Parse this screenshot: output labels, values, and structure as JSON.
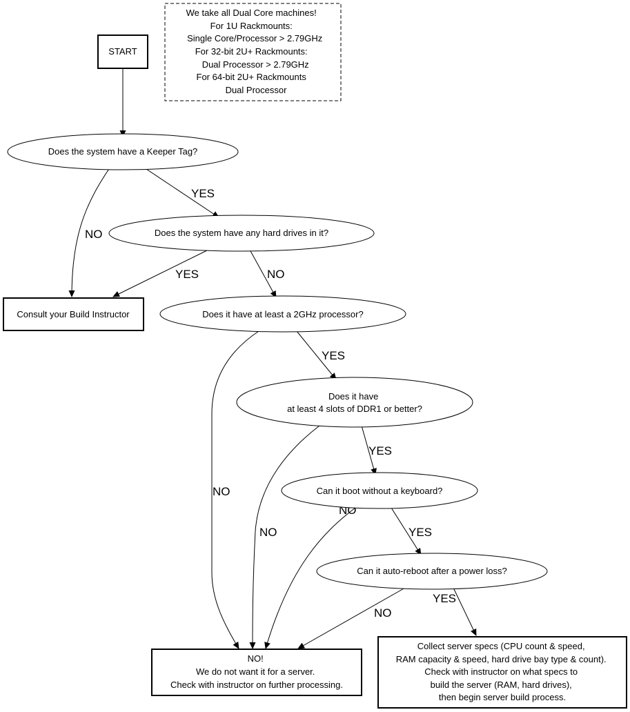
{
  "nodes": {
    "start": {
      "label": "START"
    },
    "note": {
      "lines": [
        "We take all Dual Core machines!",
        "For 1U Rackmounts:",
        "Single Core/Processor > 2.79GHz",
        "For 32-bit 2U+ Rackmounts:",
        "Dual Processor > 2.79GHz",
        "For 64-bit 2U+ Rackmounts",
        "Dual Processor"
      ]
    },
    "keeper_tag": {
      "label": "Does the system have a Keeper Tag?"
    },
    "hard_drives": {
      "label": "Does the system have any hard drives in it?"
    },
    "consult": {
      "label": "Consult your Build Instructor"
    },
    "processor": {
      "label": "Does it have at least a 2GHz processor?"
    },
    "ddr": {
      "lines": [
        "Does it have",
        "at least 4 slots of DDR1 or better?"
      ]
    },
    "keyboard": {
      "label": "Can it boot without a keyboard?"
    },
    "auto_reboot": {
      "label": "Can it auto-reboot after a power loss?"
    },
    "no_server": {
      "lines": [
        "NO!",
        "We do not want it for a server.",
        "Check with instructor on further processing."
      ]
    },
    "collect": {
      "lines": [
        "Collect server specs (CPU count & speed,",
        "RAM capacity & speed, hard drive bay type & count).",
        "Check with instructor on what specs to",
        "build the server (RAM, hard drives),",
        "then begin server build process."
      ]
    }
  },
  "edges": {
    "keeper_yes": "YES",
    "keeper_no": "NO",
    "drives_yes": "YES",
    "drives_no": "NO",
    "proc_yes": "YES",
    "proc_no": "NO",
    "ddr_yes": "YES",
    "ddr_no": "NO",
    "kb_yes": "YES",
    "kb_no": "NO",
    "reboot_yes": "YES",
    "reboot_no": "NO"
  }
}
